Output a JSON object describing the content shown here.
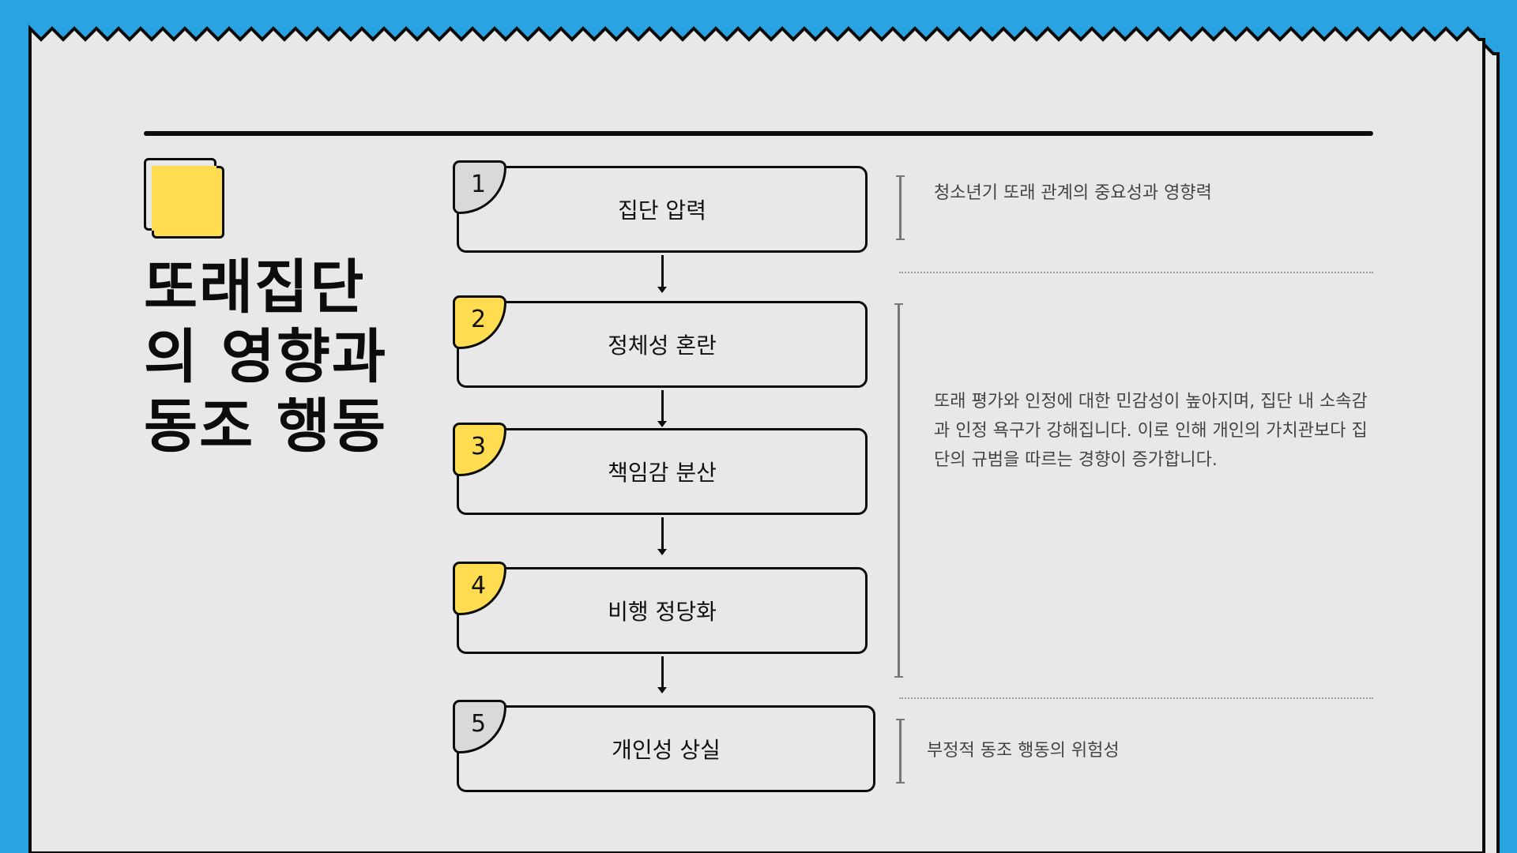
{
  "title_lines": [
    "또래집단",
    "의 영향과",
    "동조 행동"
  ],
  "colors": {
    "background": "#2aa3e3",
    "paper": "#e8e8e8",
    "accent": "#ffdc50",
    "neutral_badge": "#d9d9d9",
    "ink": "#0c0c0c"
  },
  "steps": [
    {
      "number": "1",
      "label": "집단 압력",
      "badge_color": "#d9d9d9"
    },
    {
      "number": "2",
      "label": "정체성 혼란",
      "badge_color": "#ffdc50"
    },
    {
      "number": "3",
      "label": "책임감 분산",
      "badge_color": "#ffdc50"
    },
    {
      "number": "4",
      "label": "비행 정당화",
      "badge_color": "#ffdc50"
    },
    {
      "number": "5",
      "label": "개인성 상실",
      "badge_color": "#d9d9d9"
    }
  ],
  "notes": [
    {
      "text": "청소년기 또래 관계의 중요성과 영향력"
    },
    {
      "text": "또래 평가와 인정에 대한 민감성이 높아지며, 집단 내 소속감과 인정 욕구가 강해집니다. 이로 인해 개인의 가치관보다 집단의 규범을 따르는 경향이 증가합니다."
    },
    {
      "text": "부정적 동조 행동의 위험성"
    }
  ]
}
